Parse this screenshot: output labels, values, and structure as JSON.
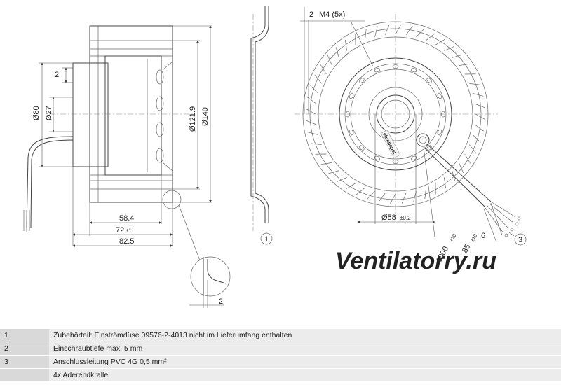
{
  "dimensions": {
    "side_2_top": "2",
    "dia_80": "Ø80",
    "dia_27": "Ø27",
    "dia_121_9": "Ø121.9",
    "dia_140": "Ø140",
    "len_58_4": "58.4",
    "len_72": "72",
    "len_72_tol": "±1",
    "len_82_5": "82.5",
    "detail_2": "2",
    "front_2": "2",
    "thread": "M4 (5x)",
    "dia_58": "Ø58",
    "dia_58_tol": "±0.2",
    "cable_1000": "1000",
    "cable_1000_tol": "+20",
    "cable_85": "85",
    "cable_85_tol": "±10",
    "cable_6": "6"
  },
  "callouts": {
    "c1": "1",
    "c3": "3"
  },
  "motor_label": "ebmpapst",
  "watermark": "Ventilatorry.ru",
  "notes": [
    {
      "num": "1",
      "text": "Zubehörteil: Einströmdüse 09576-2-4013 nicht im Lieferumfang enthalten"
    },
    {
      "num": "2",
      "text": "Einschraubtiefe max. 5 mm"
    },
    {
      "num": "3",
      "text": "Anschlussleitung PVC 4G 0,5 mm²"
    },
    {
      "num": "",
      "text": "4x Aderendkralle"
    }
  ]
}
